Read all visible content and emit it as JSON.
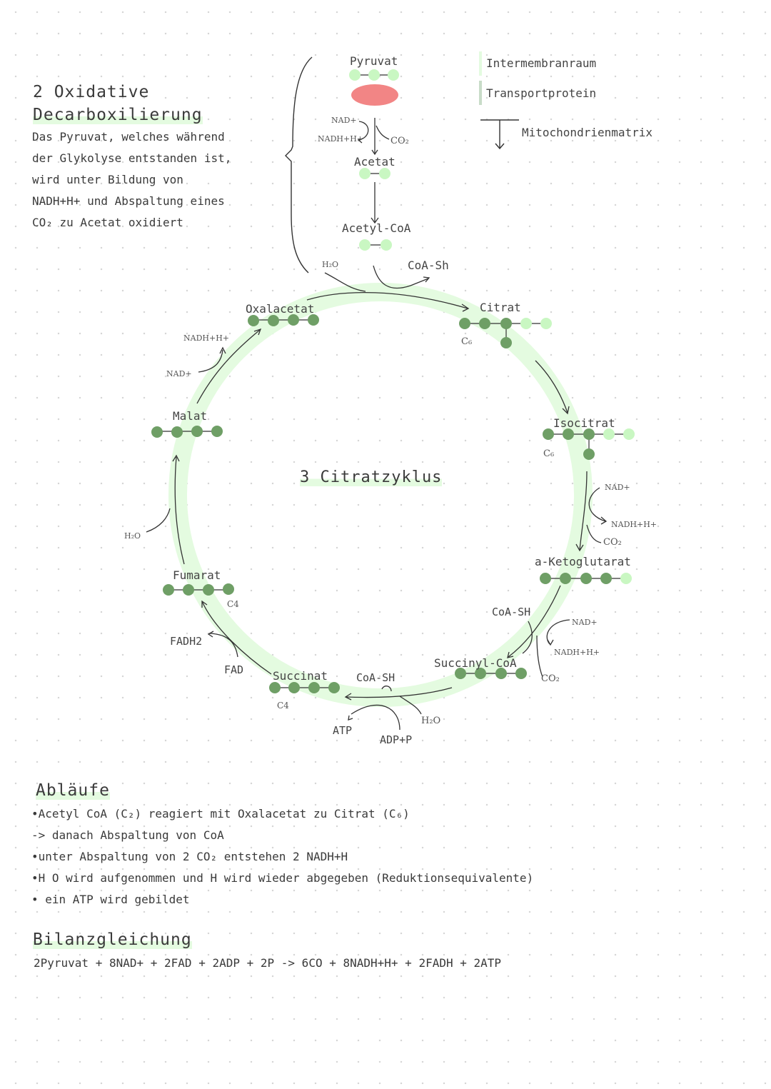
{
  "section2": {
    "title_line1": "2 Oxidative",
    "title_line2": "Decarboxilierung",
    "text_lines": [
      "Das Pyruvat, welches während",
      "der Glykolyse entstanden ist,",
      "wird unter Bildung von",
      "NADH+H+ und Abspaltung eines",
      "CO₂ zu Acetat oxidiert"
    ]
  },
  "legend": {
    "intermembrane": "Intermembranraum",
    "transport_protein": "Transportprotein",
    "matrix": "Mitochondrienmatrix"
  },
  "decarboxylation": {
    "pyruvat": "Pyruvat",
    "nad": "NAD+",
    "nadh": "NADH+H+",
    "co2": "CO₂",
    "acetat": "Acetat",
    "acetyl_coa": "Acetyl-CoA",
    "h2o": "H₂O",
    "coa_sh": "CoA-Sh"
  },
  "cycle": {
    "title": "3 Citratzyklus",
    "oxalacetat": "Oxalacetat",
    "citrat": "Citrat",
    "citrat_c": "C₆",
    "isocitrat": "Isocitrat",
    "isocitrat_c": "C₆",
    "nad_1": "NAD+",
    "nadh_1": "NADH+H+",
    "co2_1": "CO₂",
    "ketoglutarat": "a-Ketoglutarat",
    "coa_sh_1": "CoA-SH",
    "nad_2": "NAD+",
    "nadh_2": "NADH+H+",
    "co2_2": "CO₂",
    "succinyl_coa": "Succinyl-CoA",
    "coa_sh_2": "CoA-SH",
    "h2o_1": "H₂O",
    "atp": "ATP",
    "adp": "ADP+P",
    "succinat": "Succinat",
    "succinat_c": "C4",
    "fad": "FAD",
    "fadh2": "FADH2",
    "fumarat": "Fumarat",
    "fumarat_c": "C4",
    "h2o_2": "H₂O",
    "malat": "Malat",
    "nad_3": "NAD+",
    "nadh_3": "NADH+H+"
  },
  "ablaeufe": {
    "title": "Abläufe",
    "lines": [
      "•Acetyl CoA (C₂) reagiert mit Oxalacetat zu Citrat (C₆)",
      "-> danach Abspaltung von CoA",
      "•unter Abspaltung von 2 CO₂ entstehen 2 NADH+H",
      "•H O wird aufgenommen und H wird wieder abgegeben (Reduktionsequivalente)",
      "• ein ATP wird gebildet"
    ]
  },
  "bilanz": {
    "title": "Bilanzgleichung",
    "equation": "2Pyruvat + 8NAD+ + 2FAD + 2ADP + 2P -> 6CO + 8NADH+H+ + 2FADH + 2ATP"
  },
  "colors": {
    "ring": "#e4fbe0",
    "dark_dot": "#6f9f66",
    "light_dot": "#c9f7c2",
    "protein": "#f28585",
    "ink": "#333333"
  }
}
